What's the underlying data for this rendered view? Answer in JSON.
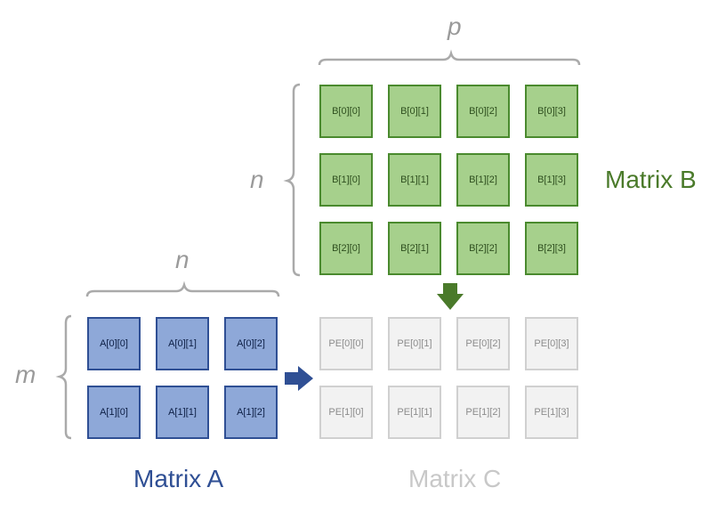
{
  "matrix_b": {
    "title": "Matrix B",
    "color": "#4a7a2a",
    "rows": [
      [
        "B[0][0]",
        "B[0][1]",
        "B[0][2]",
        "B[0][3]"
      ],
      [
        "B[1][0]",
        "B[1][1]",
        "B[1][2]",
        "B[1][3]"
      ],
      [
        "B[2][0]",
        "B[2][1]",
        "B[2][2]",
        "B[2][3]"
      ]
    ]
  },
  "matrix_a": {
    "title": "Matrix A",
    "color": "#2f4f94",
    "rows": [
      [
        "A[0][0]",
        "A[0][1]",
        "A[0][2]"
      ],
      [
        "A[1][0]",
        "A[1][1]",
        "A[1][2]"
      ]
    ]
  },
  "matrix_c": {
    "title": "Matrix C",
    "color": "#c8c8c8",
    "rows": [
      [
        "PE[0][0]",
        "PE[0][1]",
        "PE[0][2]",
        "PE[0][3]"
      ],
      [
        "PE[1][0]",
        "PE[1][1]",
        "PE[1][2]",
        "PE[1][3]"
      ]
    ]
  },
  "dimensions": {
    "b_cols": "p",
    "b_rows": "n",
    "a_cols": "n",
    "a_rows": "m"
  }
}
